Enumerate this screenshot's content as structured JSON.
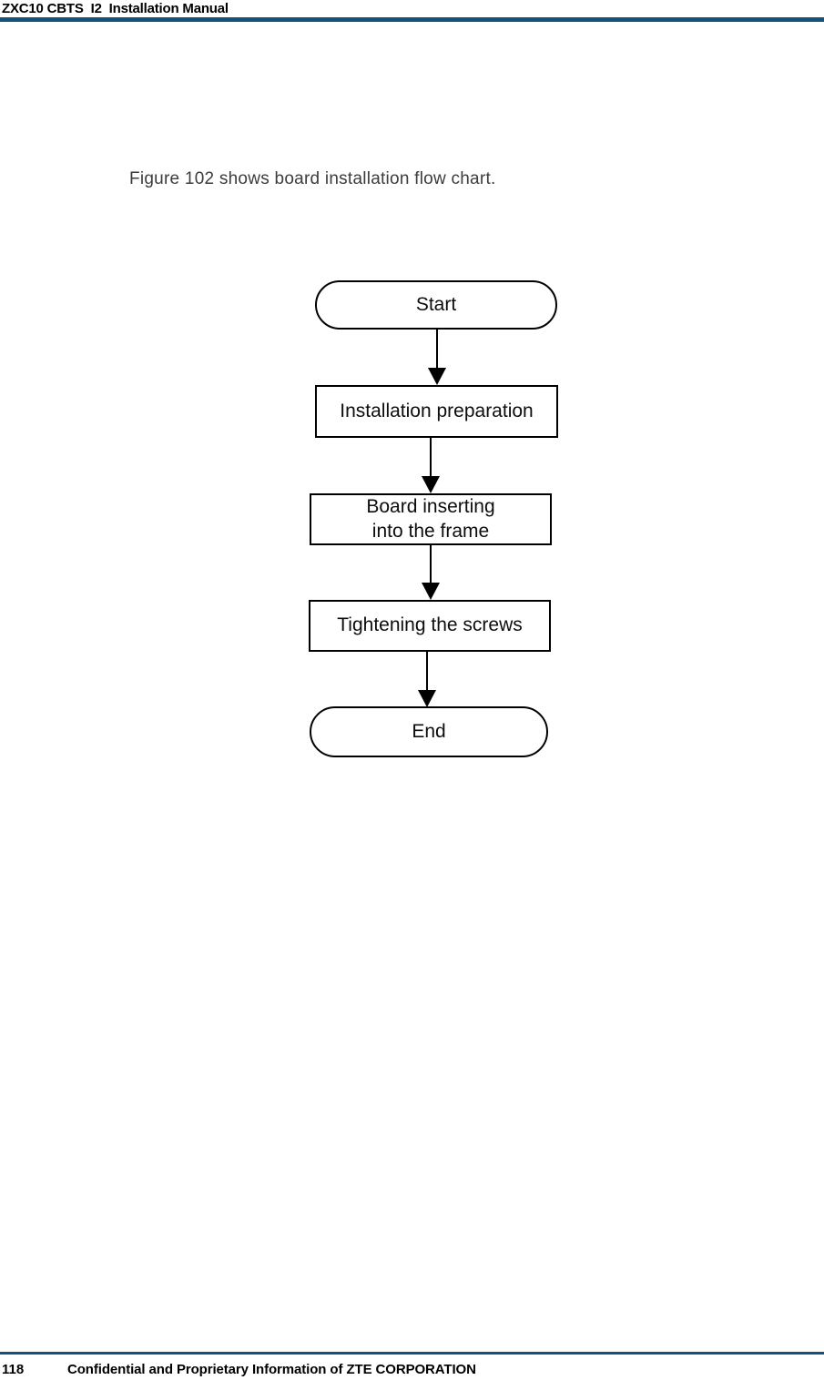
{
  "page": {
    "background": "#ffffff",
    "accent_color": "#15537f",
    "text_color": "#000000"
  },
  "header": {
    "title": "ZXC10 CBTS  I2  Installation Manual"
  },
  "body": {
    "caption": "Figure 102 shows board installation flow chart."
  },
  "flowchart": {
    "figure_number": "102",
    "nodes": [
      {
        "id": "start",
        "type": "terminator",
        "label": "Start"
      },
      {
        "id": "installation-preparation",
        "type": "process",
        "label": "Installation preparation"
      },
      {
        "id": "board-inserting",
        "type": "process",
        "label": "Board inserting\ninto the frame"
      },
      {
        "id": "tightening-screws",
        "type": "process",
        "label": "Tightening the screws"
      },
      {
        "id": "end",
        "type": "terminator",
        "label": "End"
      }
    ],
    "edges": [
      {
        "from": "start",
        "to": "installation-preparation"
      },
      {
        "from": "installation-preparation",
        "to": "board-inserting"
      },
      {
        "from": "board-inserting",
        "to": "tightening-screws"
      },
      {
        "from": "tightening-screws",
        "to": "end"
      }
    ]
  },
  "footer": {
    "page_number": "118",
    "text": "Confidential and Proprietary Information of ZTE CORPORATION"
  }
}
